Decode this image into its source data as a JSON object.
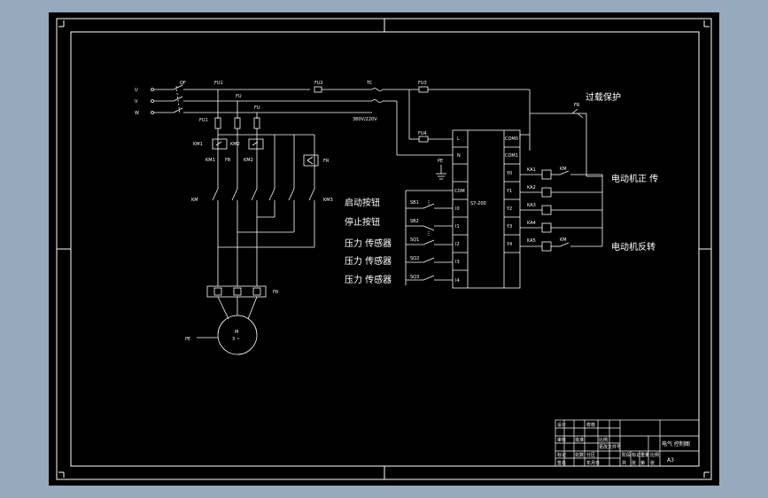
{
  "canvas": {
    "background": "#97a9bd",
    "sheet": "#000000",
    "line": "#ffffff"
  },
  "supply": {
    "phase_l1": "U",
    "phase_l2": "V",
    "phase_l3": "W",
    "main_switch": "QF"
  },
  "power": {
    "fuse_main": "FU1",
    "fuse_2": "FU",
    "fuse_3": "FU",
    "km1": "KM1",
    "km2": "KM2",
    "km1_small": "KM1",
    "km2_small": "KM2",
    "fr": "FR",
    "contactor_km": "KM",
    "contactor_km3": "KM3",
    "motor_name": "M",
    "motor_phase": "3 ~",
    "motor_label": "PE",
    "thermal_label": "FR"
  },
  "control": {
    "fuse_ctrl": "FU2",
    "transformer": "TC",
    "transformer_rating": "380V/220V",
    "fuse_plc": "FU3",
    "fuse_plc2": "FU4",
    "ground": "PE",
    "plc_model": "S7-200",
    "plc_l": "L",
    "plc_n": "N",
    "plc_com": "COM",
    "plc_com0": "COM0",
    "plc_com1": "COM1",
    "inputs": [
      "I0",
      "I1",
      "I2",
      "I3",
      "I4"
    ],
    "outputs": [
      "Y0",
      "Y1",
      "Y2",
      "Y3",
      "Y4"
    ],
    "input_devices": [
      "SB1",
      "SB2",
      "SQ1",
      "SQ2",
      "SQ3"
    ],
    "output_devices": [
      "KA1",
      "KA2",
      "KA3",
      "KA4",
      "KA5"
    ],
    "out_contacts": [
      "KM",
      "KM"
    ],
    "fr_contact": "FR"
  },
  "labels": {
    "overload": "过载保护",
    "start_button": "启动按钮",
    "stop_button": "停止按钮",
    "pressure_sensor_1": "压力 传感器",
    "pressure_sensor_2": "压力 传感器",
    "pressure_sensor_3": "压力 传感器",
    "motor_forward": "电动机正 传",
    "motor_reverse": "电动机反转"
  },
  "title_block": {
    "drawing_name": "电气 控制图",
    "sheet": "A3",
    "cells": [
      "设计",
      "校核",
      "审核",
      "批准",
      "比例",
      "标记",
      "处数",
      "分区",
      "更改文件号",
      "签名",
      "年月日",
      "阶段",
      "标记",
      "重量",
      "比例",
      "共",
      "张",
      "第",
      "张"
    ]
  }
}
